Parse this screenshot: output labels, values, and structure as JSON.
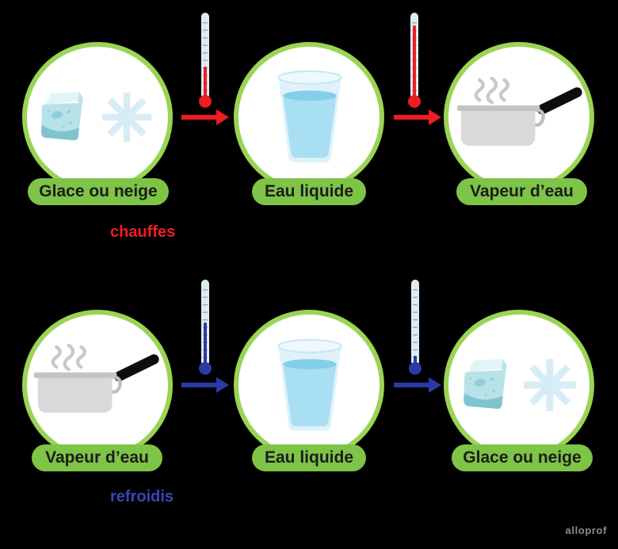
{
  "background_color": "#000000",
  "colors": {
    "circle_border_green": "#9AD455",
    "label_pill_green": "#7EC447",
    "label_text": "#1C1C1C",
    "heat_red": "#EE1C23",
    "cool_blue": "#2B3AA6",
    "cool_caption_blue": "#3647B8",
    "thermometer_tube": "#DEEBF3",
    "thermometer_tick": "#8FA2AE",
    "water_blue": "#A9DFF3",
    "ice_teal": "#B8E2E8",
    "snowflake_pale_blue": "#D8ECF6",
    "pot_gray": "#D9D9D9",
    "steam_gray": "#C9C9C9",
    "watermark_gray": "#8C8C8C"
  },
  "rows": [
    {
      "name": "heating",
      "caption": "chauffes",
      "stages": [
        {
          "label": "Glace ou neige",
          "icon": "ice-cube-and-snowflake"
        },
        {
          "label": "Eau liquide",
          "icon": "glass-of-water"
        },
        {
          "label": "Vapeur d’eau",
          "icon": "steaming-pot"
        }
      ],
      "transitions": [
        {
          "arrow_direction": "right",
          "thermometer_fill_height": "36%"
        },
        {
          "arrow_direction": "right",
          "thermometer_fill_height": "85%"
        }
      ]
    },
    {
      "name": "cooling",
      "caption": "refroidis",
      "stages": [
        {
          "label": "Vapeur d’eau",
          "icon": "steaming-pot"
        },
        {
          "label": "Eau liquide",
          "icon": "glass-of-water"
        },
        {
          "label": "Glace ou neige",
          "icon": "ice-cube-and-snowflake"
        }
      ],
      "transitions": [
        {
          "arrow_direction": "right",
          "thermometer_fill_height": "49%"
        },
        {
          "arrow_direction": "right",
          "thermometer_fill_height": "9%"
        }
      ]
    }
  ],
  "watermark": "alloprof"
}
